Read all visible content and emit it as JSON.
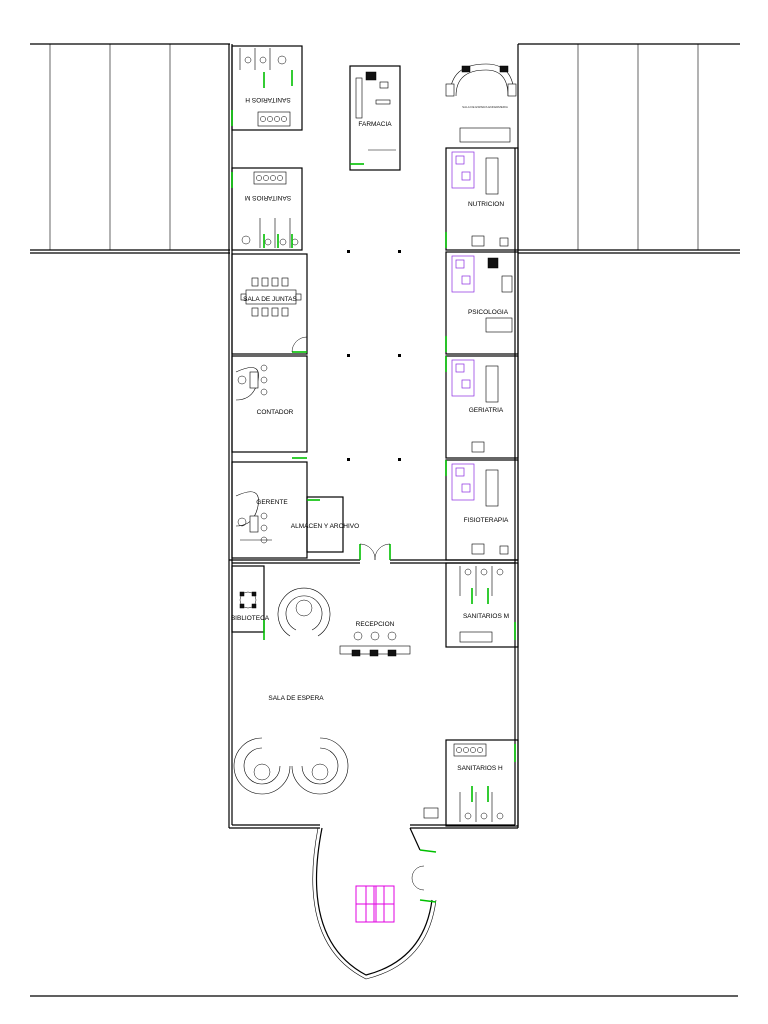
{
  "rooms": {
    "sanitarios_h_top": "SANITARIOS H",
    "sanitarios_m_top": "SANITARIOS M",
    "farmacia": "FARMACIA",
    "sala_espera_enfermeria": "SALA DE ESPERA ENFERMERIA",
    "nutricion": "NUTRICION",
    "sala_juntas": "SALA DE JUNTAS",
    "psicologia": "PSICOLOGIA",
    "contador": "CONTADOR",
    "geriatria": "GERIATRIA",
    "gerente": "GERENTE",
    "almacen": "ALMACEN Y ARCHIVO",
    "fisioterapia": "FISIOTERAPIA",
    "biblioteca": "BIBLIOTECA",
    "recepcion": "RECEPCION",
    "sanitarios_m_bottom": "SANITARIOS M",
    "sala_espera": "SALA DE ESPERA",
    "sanitarios_h_bottom": "SANITARIOS H"
  },
  "colors": {
    "walls": "#000000",
    "doors": "#00c000",
    "furniture_accent": "#8a2be2",
    "entrance_door": "#e000e0",
    "background": "#ffffff"
  }
}
